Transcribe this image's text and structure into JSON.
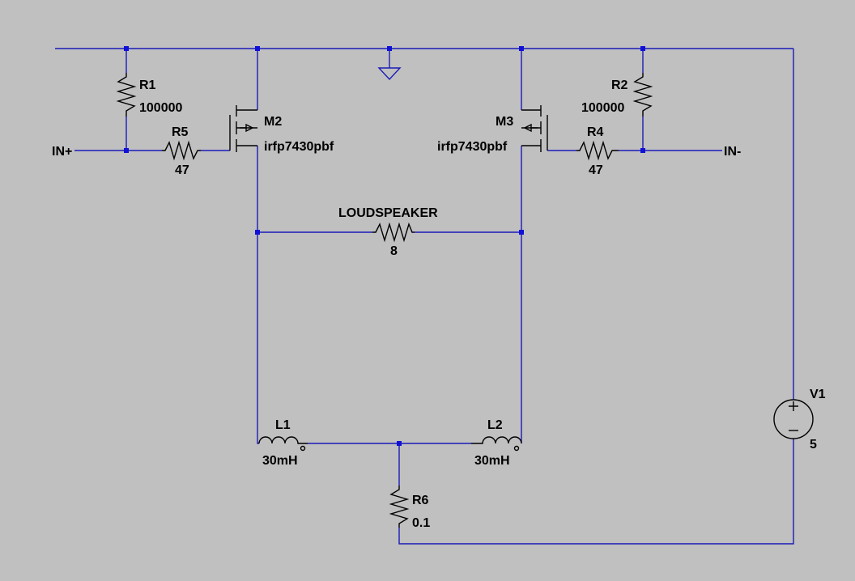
{
  "schematic": {
    "colors": {
      "background": "#c0c0c0",
      "wire": "#1a1ab8",
      "component": "#000000",
      "junction": "#1010d8"
    },
    "nets": {
      "in_plus": "IN+",
      "in_minus": "IN-"
    },
    "components": {
      "r1": {
        "name": "R1",
        "value": "100000"
      },
      "r2": {
        "name": "R2",
        "value": "100000"
      },
      "r4": {
        "name": "R4",
        "value": "47"
      },
      "r5": {
        "name": "R5",
        "value": "47"
      },
      "r6": {
        "name": "R6",
        "value": "0.1"
      },
      "m2": {
        "name": "M2",
        "value": "irfp7430pbf"
      },
      "m3": {
        "name": "M3",
        "value": "irfp7430pbf"
      },
      "loudspeaker": {
        "name": "LOUDSPEAKER",
        "value": "8"
      },
      "l1": {
        "name": "L1",
        "value": "30mH"
      },
      "l2": {
        "name": "L2",
        "value": "30mH"
      },
      "v1": {
        "name": "V1",
        "value": "5"
      }
    }
  }
}
